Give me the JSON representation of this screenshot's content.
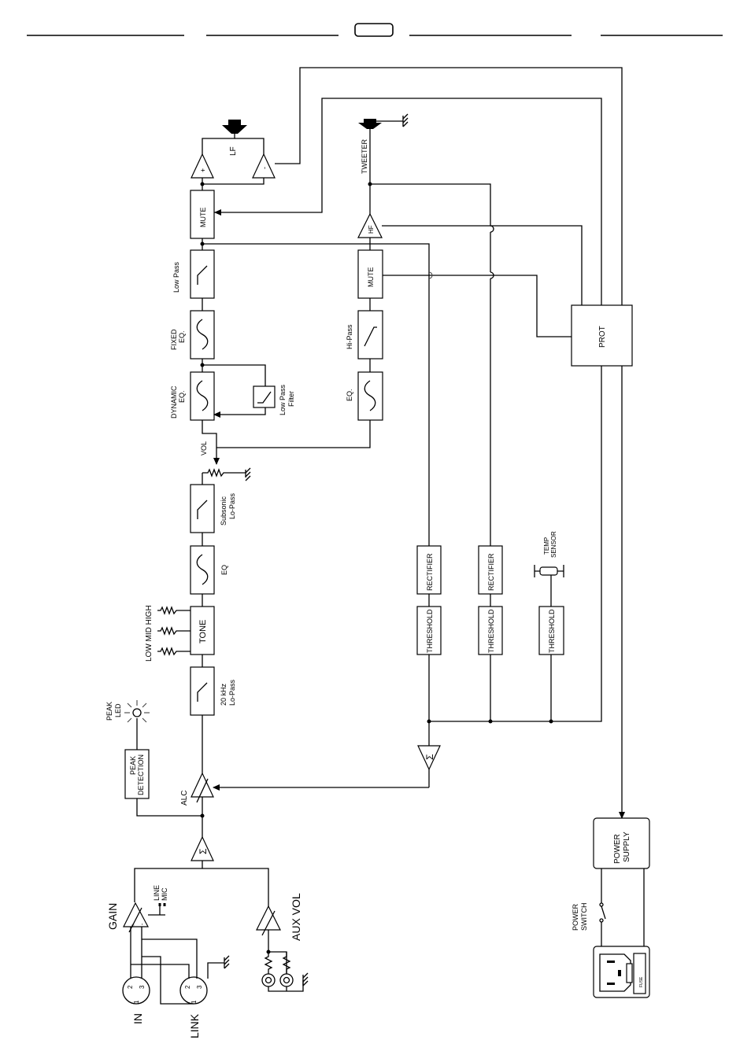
{
  "labels": {
    "lf": "LF",
    "plus": "+",
    "minus": "-",
    "mute": "MUTE",
    "low_pass": "Low Pass",
    "fixed_eq_1": "FIXED",
    "fixed_eq_2": "EQ.",
    "dynamic_eq_1": "DYNAMIC",
    "dynamic_eq_2": "EQ.",
    "lp_filter_1": "Low Pass",
    "lp_filter_2": "Filter",
    "vol": "VOL",
    "subsonic_1": "Subsonic",
    "subsonic_2": "Lo-Pass",
    "eq": "EQ",
    "tone": "TONE",
    "tone_controls": "LOW MID HIGH",
    "lopass20_1": "20 kHz",
    "lopass20_2": "Lo-Pass",
    "peak_led_1": "PEAK",
    "peak_led_2": "LED",
    "peak_det_1": "PEAK",
    "peak_det_2": "DETECTION",
    "alc": "ALC",
    "sum": "Σ",
    "line": "LINE",
    "mic": "MIC",
    "gain": "GAIN",
    "aux_vol": "AUX VOL",
    "in": "IN",
    "link": "LINK",
    "pin1": "1",
    "pin2": "2",
    "pin3": "3",
    "tweeter": "TWEETER",
    "hf": "HF",
    "hf_mute": "MUTE",
    "hi_pass": "Hi-Pass",
    "hf_eq": "EQ.",
    "rectifier": "RECTIFIER",
    "threshold": "THRESHOLD",
    "temp_sensor_1": "TEMP",
    "temp_sensor_2": "SENSOR",
    "prot": "PROT",
    "power_supply_1": "POWER",
    "power_supply_2": "SUPPLY",
    "power_switch_1": "POWER",
    "power_switch_2": "SWITCH",
    "fuse_label": "FUSE"
  }
}
